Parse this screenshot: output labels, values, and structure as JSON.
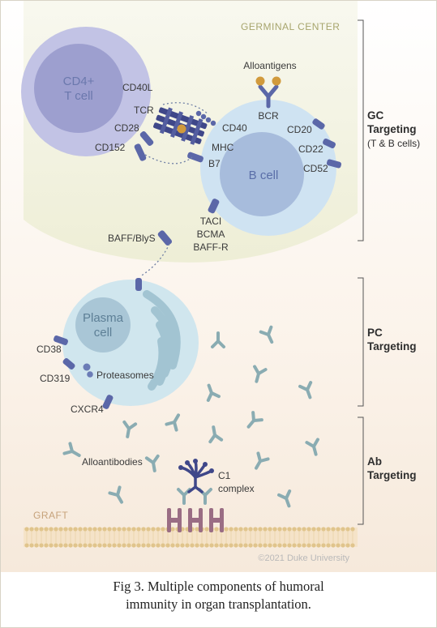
{
  "regions": {
    "germinal_center": "GERMINAL CENTER",
    "graft": "GRAFT"
  },
  "cells": {
    "t_cell": [
      "CD4+",
      "T cell"
    ],
    "b_cell": "B cell",
    "plasma_cell": [
      "Plasma",
      "cell"
    ]
  },
  "labels": {
    "alloantigens": "Alloantigens",
    "bcr": "BCR",
    "cd40l": "CD40L",
    "tcr": "TCR",
    "cd28": "CD28",
    "cd152": "CD152",
    "cd40": "CD40",
    "mhc": "MHC",
    "b7": "B7",
    "cd20": "CD20",
    "cd22": "CD22",
    "cd52": "CD52",
    "taci": "TACI",
    "bcma": "BCMA",
    "baff_r": "BAFF-R",
    "baff_blys": "BAFF/BlyS",
    "cd38": "CD38",
    "cd319": "CD319",
    "proteasomes": "Proteasomes",
    "cxcr4": "CXCR4",
    "alloantibodies": "Alloantibodies",
    "c1_line1": "C1",
    "c1_line2": "complex"
  },
  "side_labels": {
    "gc": {
      "title1": "GC",
      "title2": "Targeting",
      "sub": "(T & B cells)"
    },
    "pc": {
      "title1": "PC",
      "title2": "Targeting"
    },
    "ab": {
      "title1": "Ab",
      "title2": "Targeting"
    }
  },
  "copyright": "©2021 Duke University",
  "caption": [
    "Fig 3. Multiple components of humoral",
    "immunity in organ transplantation."
  ],
  "colors": {
    "gc_background": "#f6f6e8",
    "graft_background": "#f8efe4",
    "t_cell": "#c2c3e5",
    "t_nucleus": "#9d9fcf",
    "b_cell": "#cfe3f2",
    "b_nucleus": "#a7bcdc",
    "plasma_cell": "#d0e6ee",
    "receptor": "#5b67a8",
    "antibody": "#8aacb2",
    "antigen": "#d19a3c",
    "graft_receptor": "#9a6d84",
    "membrane": "#e0c48c"
  }
}
